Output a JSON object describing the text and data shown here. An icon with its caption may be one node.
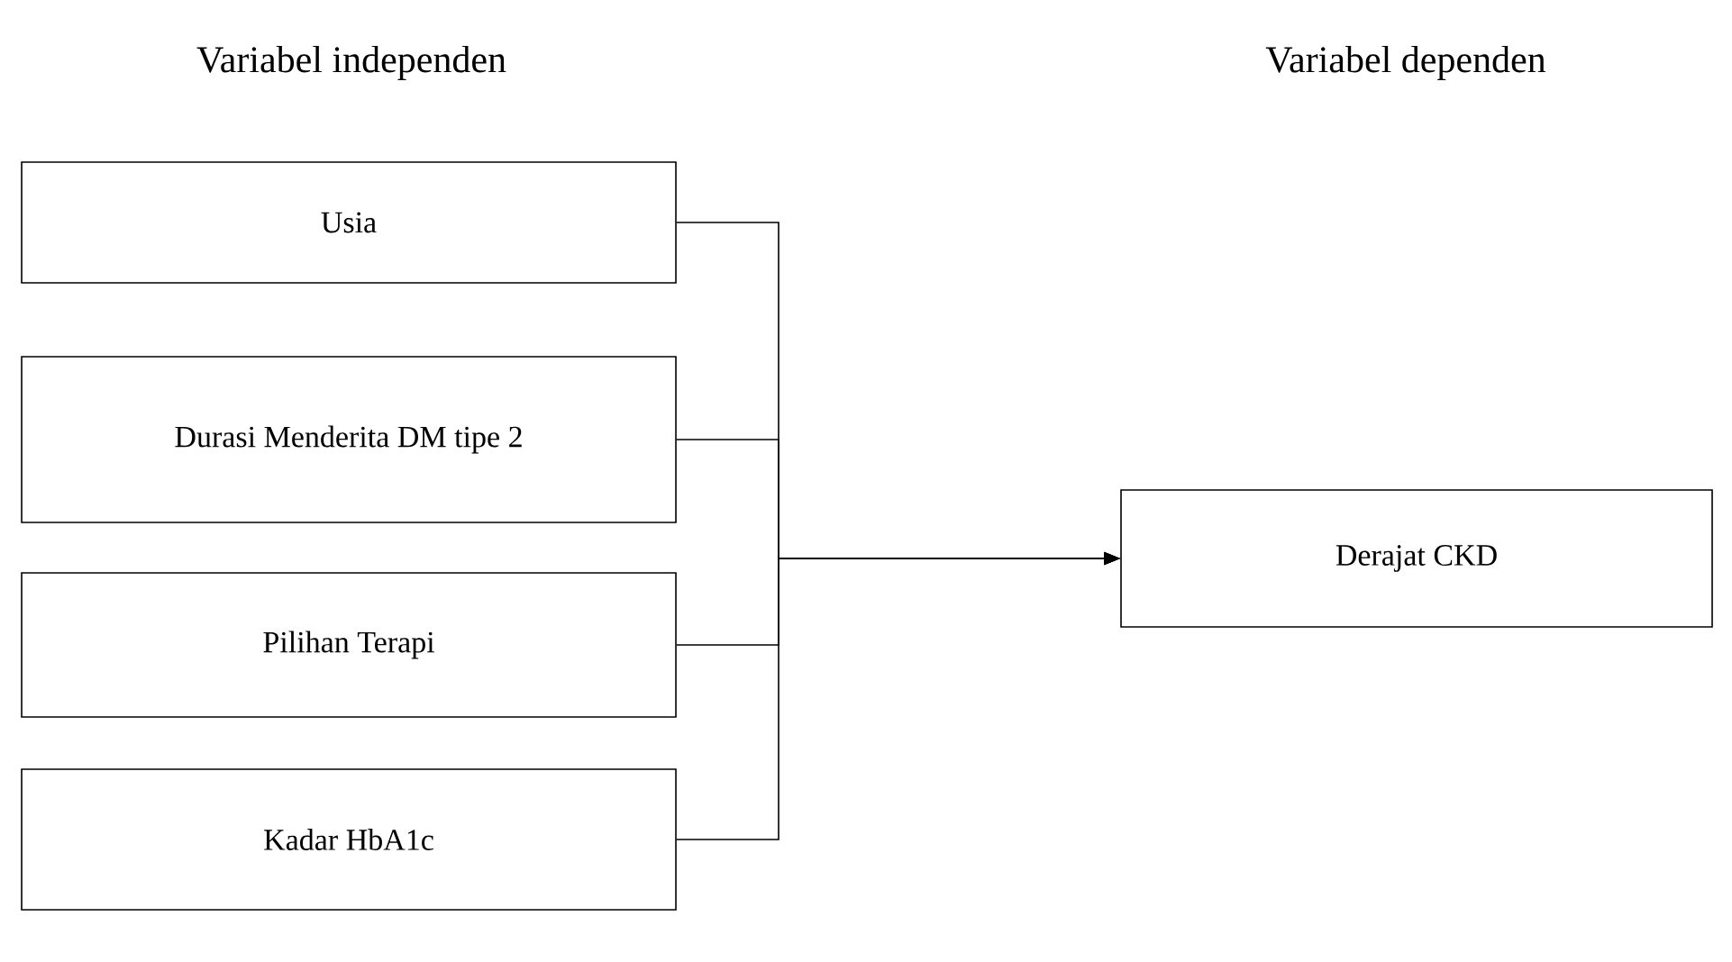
{
  "diagram": {
    "nodes": [
      {
        "text": [
          "Usia"
        ]
      },
      {
        "text": [
          "Durasi Menderita DM tipe 2"
        ]
      },
      {
        "text": [
          "Pilihan Terapi"
        ]
      },
      {
        "text": [
          "Kadar HbA1c"
        ]
      },
      {
        "text": [
          "Derajat CKD"
        ]
      }
    ],
    "edges": [
      {
        "from": 0,
        "to": 4,
        "arrow": "to"
      },
      {
        "from": 1,
        "to": 4,
        "arrow": "to"
      },
      {
        "from": 2,
        "to": 4,
        "arrow": "to"
      },
      {
        "from": 3,
        "to": 4,
        "arrow": "to"
      }
    ],
    "labels": [
      "Variabel independen",
      "Variabel dependen"
    ]
  }
}
